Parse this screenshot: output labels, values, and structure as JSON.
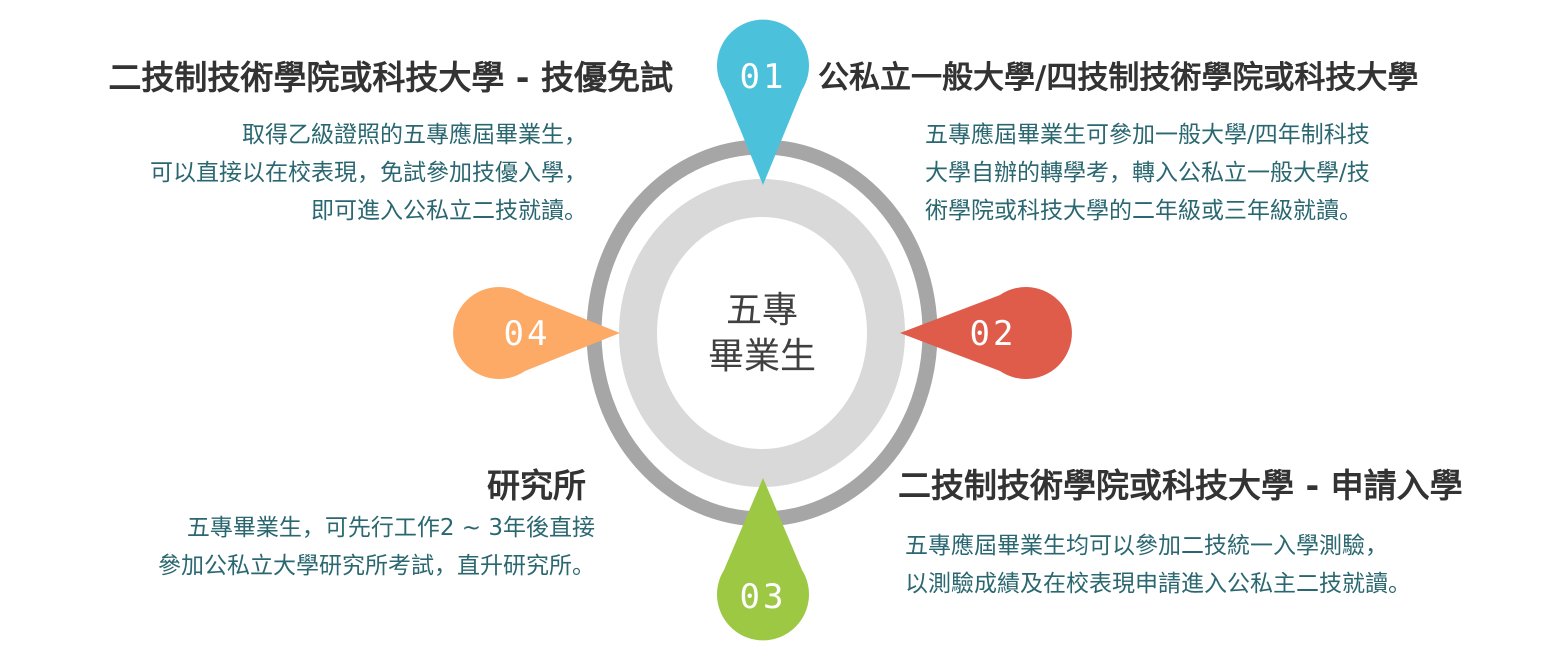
{
  "center": {
    "label_line1": "五專",
    "label_line2": "畢業生"
  },
  "drops": [
    {
      "number": "01",
      "color": "#4BC1DC"
    },
    {
      "number": "02",
      "color": "#E05C4A"
    },
    {
      "number": "03",
      "color": "#9DC844"
    },
    {
      "number": "04",
      "color": "#FCAA66"
    }
  ],
  "ring_colors": {
    "outer": "#A6A6A6",
    "inner": "#D9D9D9",
    "center": "#FFFFFF"
  },
  "items": [
    {
      "id": "01",
      "title": "公私立一般大學/四技制技術學院或科技大學",
      "lines": [
        "五專應屆畢業生可參加一般大學/四年制科技",
        "大學自辦的轉學考，轉入公私立一般大學/技",
        "術學院或科技大學的二年級或三年級就讀。"
      ]
    },
    {
      "id": "02",
      "title": "二技制技術學院或科技大學 - 技優免試",
      "lines": [
        "取得乙級證照的五專應屆畢業生，",
        "可以直接以在校表現，免試參加技優入學，",
        "即可進入公私立二技就讀。"
      ]
    },
    {
      "id": "03",
      "title": "二技制技術學院或科技大學 - 申請入學",
      "lines": [
        "五專應屆畢業生均可以參加二技統一入學測驗，",
        "以測驗成績及在校表現申請進入公私主二技就讀。"
      ]
    },
    {
      "id": "04",
      "title": "研究所",
      "lines": [
        "五專畢業生，可先行工作2 ~ 3年後直接",
        "參加公私立大學研究所考試，直升研究所。"
      ]
    }
  ]
}
